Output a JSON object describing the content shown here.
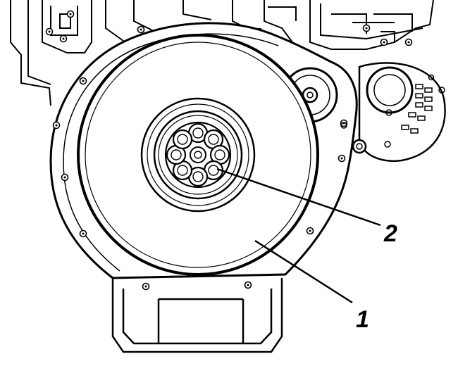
{
  "figure": {
    "subject": "engine-flywheel-front-view",
    "colors": {
      "line": "#000000",
      "background": "#ffffff"
    }
  },
  "callouts": [
    {
      "label": "1",
      "part": "flywheel"
    },
    {
      "label": "2",
      "part": "flywheel-mounting-bolt"
    }
  ]
}
